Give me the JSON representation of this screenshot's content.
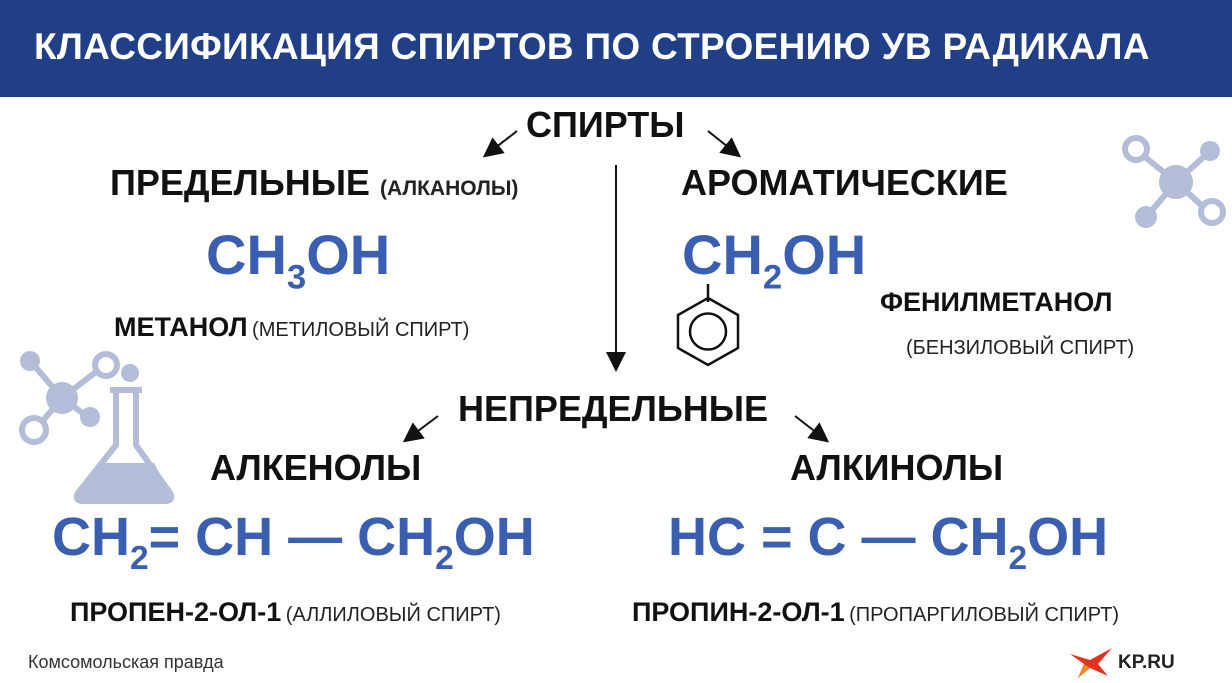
{
  "header": {
    "title": "КЛАССИФИКАЦИЯ СПИРТОВ ПО СТРОЕНИЮ УВ РАДИКАЛА"
  },
  "root": {
    "label": "СПИРТЫ"
  },
  "saturated": {
    "label": "ПРЕДЕЛЬНЫЕ",
    "note": "(алканолы)",
    "formula": {
      "a": "CH",
      "sub": "3",
      "b": "OH"
    },
    "name": "МЕТАНОЛ",
    "alt": "(МЕТИЛОВЫЙ СПИРТ)"
  },
  "aromatic": {
    "label": "АРОМАТИЧЕСКИЕ",
    "formula": {
      "a": "CH",
      "sub": "2",
      "b": "OH"
    },
    "name": "ФЕНИЛМЕТАНОЛ",
    "alt": "(БЕНЗИЛОВЫЙ СПИРТ)"
  },
  "unsaturated": {
    "label": "НЕПРЕДЕЛЬНЫЕ"
  },
  "alkenols": {
    "label": "АЛКЕНОЛЫ",
    "formula": {
      "p1": "CH",
      "s1": "2",
      "p2": "= CH — CH",
      "s2": "2",
      "p3": "OH"
    },
    "name": "ПРОПЕН-2-ОЛ-1",
    "alt": "(АЛЛИЛОВЫЙ СПИРТ)"
  },
  "alkynols": {
    "label": "АЛКИНОЛЫ",
    "formula": {
      "p1": "HC = C — CH",
      "s1": "2",
      "p2": "OH"
    },
    "name": "ПРОПИН-2-ОЛ-1",
    "alt": "(ПРОПАРГИЛОВЫЙ СПИРТ)"
  },
  "footer": {
    "source": "Комсомольская правда",
    "logo": "KP.RU"
  },
  "colors": {
    "header": "#213f87",
    "formula": "#3a5fb0",
    "decor": "#b3bdd8"
  },
  "icons": [
    "molecule-icon",
    "lab-flask-icon",
    "benzene-ring-icon",
    "kp-bird-logo-icon"
  ]
}
